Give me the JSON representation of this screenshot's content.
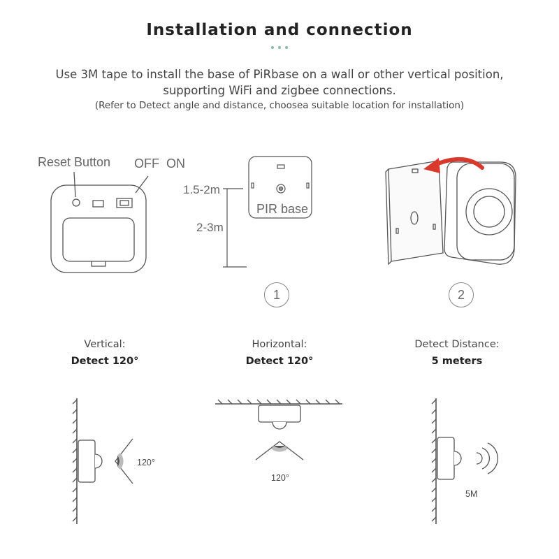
{
  "header": {
    "title": "Installation and connection",
    "subtitle_line1": "Use 3M tape to install the base of PiRbase on a wall or other vertical position,",
    "subtitle_line2": "supporting WiFi and zigbee connections.",
    "note": "(Refer to Detect angle and distance, choosea suitable location for installation)"
  },
  "device_diagram": {
    "reset_label": "Reset Button",
    "off_label": "OFF",
    "on_label": "ON"
  },
  "mounting_diagram": {
    "height_top_label": "1.5-2m",
    "height_bottom_label": "2-3m",
    "base_label": "PIR base",
    "step_number": "1"
  },
  "attach_diagram": {
    "step_number": "2"
  },
  "detection": {
    "vertical": {
      "label": "Vertical:",
      "value": "Detect 120°",
      "angle_label": "120°"
    },
    "horizontal": {
      "label": "Horizontal:",
      "value": "Detect 120°",
      "angle_label": "120°"
    },
    "distance": {
      "label": "Detect Distance:",
      "value": "5 meters",
      "distance_label": "5M"
    }
  },
  "colors": {
    "accent_arrow": "#d9382c",
    "dots": "#8fb8b0",
    "line": "#555555"
  }
}
